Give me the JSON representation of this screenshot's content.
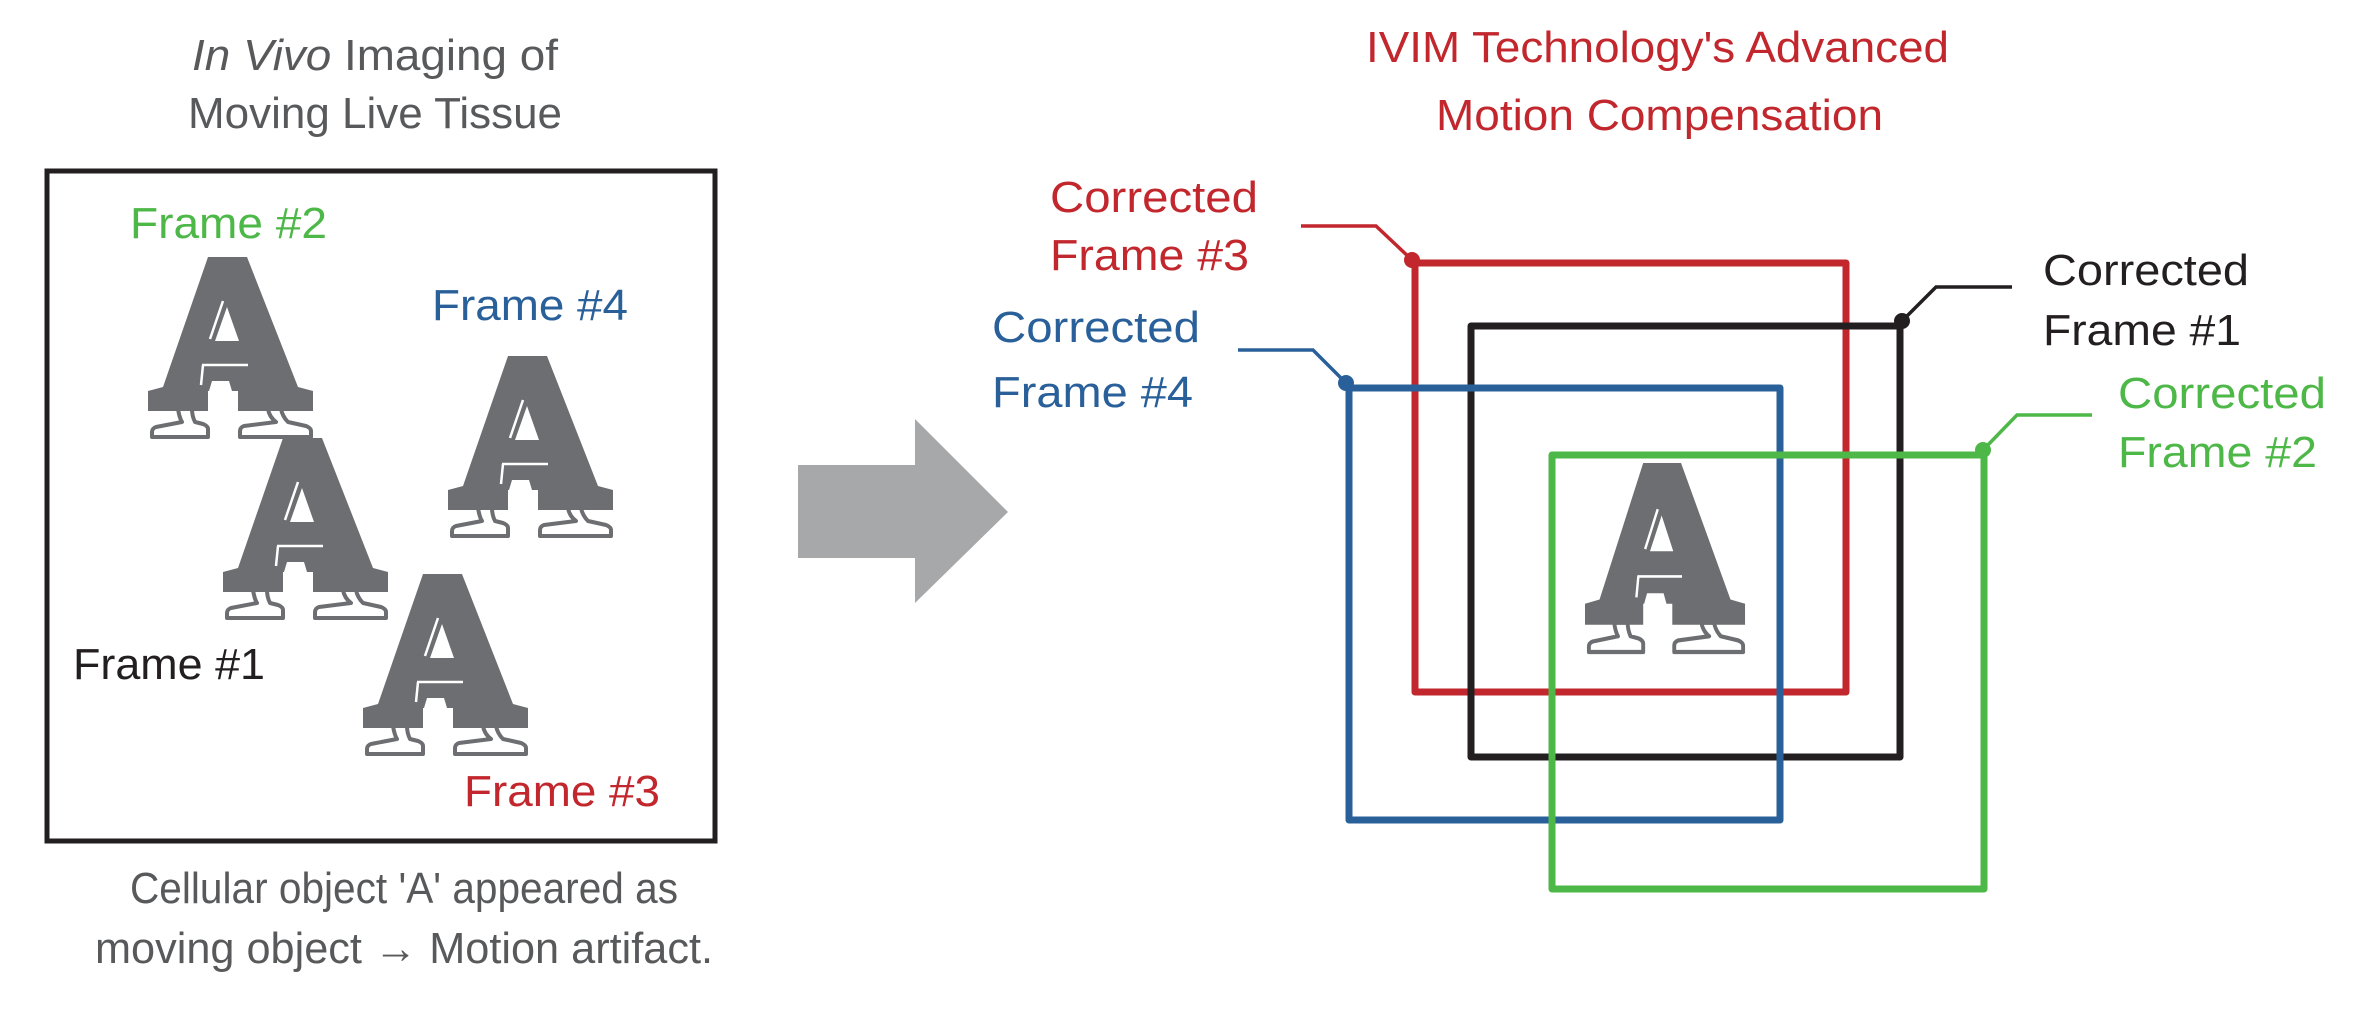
{
  "colors": {
    "frame1": "#231f20",
    "frame2": "#4db848",
    "frame3": "#c1272d",
    "frame4": "#2a609a",
    "object_gray": "#6d6e71",
    "arrow_gray": "#a7a8aa",
    "text_gray": "#58595b"
  },
  "left_panel": {
    "title": {
      "line1_italic": "In Vivo",
      "line1_rest": " Imaging of",
      "line2": "Moving Live Tissue"
    },
    "frame_labels": {
      "frame1": "Frame #1",
      "frame2": "Frame #2",
      "frame3": "Frame #3",
      "frame4": "Frame #4"
    },
    "object_glyph": "A",
    "caption": {
      "line1": "Cellular object 'A' appeared as",
      "line2": "moving object → Motion artifact."
    }
  },
  "arrow": {
    "icon": "right-arrow-icon",
    "direction": "right"
  },
  "right_panel": {
    "title": {
      "line1": "IVIM Technology's Advanced",
      "line2": "Motion Compensation"
    },
    "corrected_labels": {
      "frame1": {
        "line1": "Corrected",
        "line2": "Frame #1"
      },
      "frame2": {
        "line1": "Corrected",
        "line2": "Frame #2"
      },
      "frame3": {
        "line1": "Corrected",
        "line2": "Frame #3"
      },
      "frame4": {
        "line1": "Corrected",
        "line2": "Frame #4"
      }
    },
    "object_glyph": "A"
  }
}
